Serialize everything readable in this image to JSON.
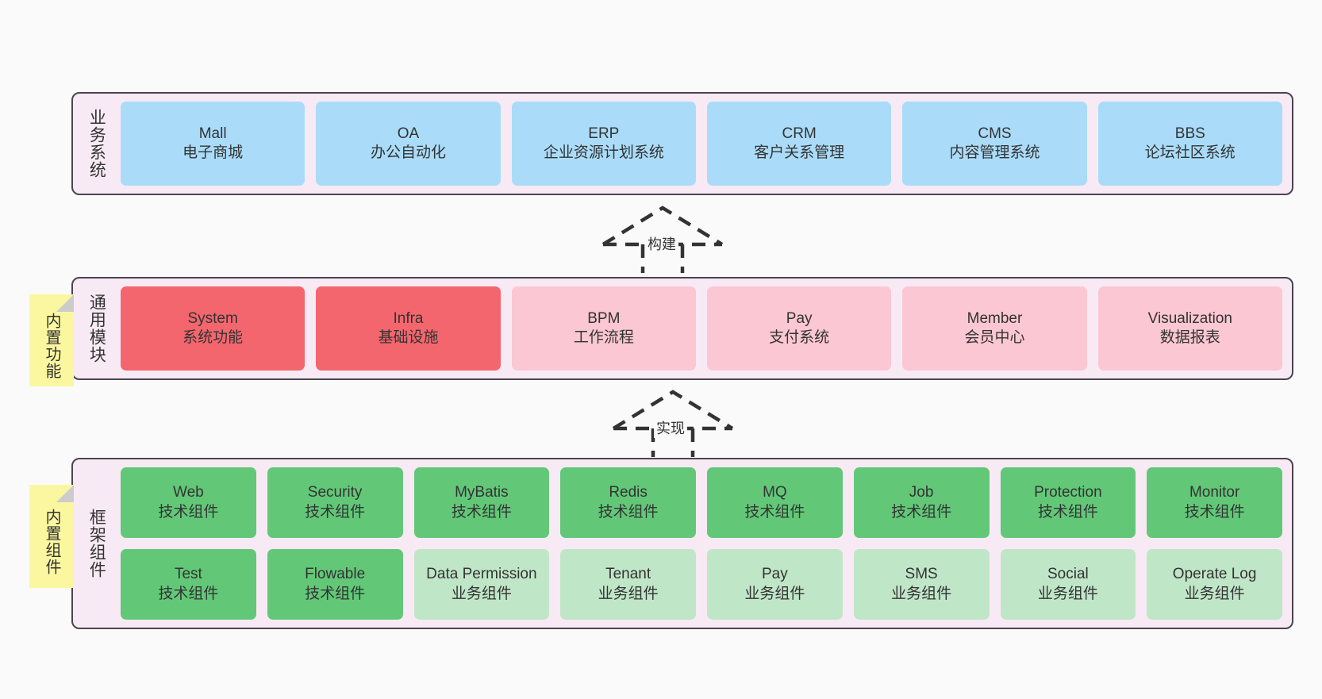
{
  "diagram": {
    "title_note_1": "内置功能",
    "title_note_2": "内置组件"
  },
  "layers": {
    "business": {
      "title": "业务系统",
      "cards": [
        {
          "title": "Mall",
          "sub": "电子商城",
          "color": "#aadcfa"
        },
        {
          "title": "OA",
          "sub": "办公自动化",
          "color": "#aadcfa"
        },
        {
          "title": "ERP",
          "sub": "企业资源计划系统",
          "color": "#aadcfa"
        },
        {
          "title": "CRM",
          "sub": "客户关系管理",
          "color": "#aadcfa"
        },
        {
          "title": "CMS",
          "sub": "内容管理系统",
          "color": "#aadcfa"
        },
        {
          "title": "BBS",
          "sub": "论坛社区系统",
          "color": "#aadcfa"
        }
      ]
    },
    "modules": {
      "title": "通用模块",
      "cards": [
        {
          "title": "System",
          "sub": "系统功能",
          "color": "#f4666e"
        },
        {
          "title": "Infra",
          "sub": "基础设施",
          "color": "#f4666e"
        },
        {
          "title": "BPM",
          "sub": "工作流程",
          "color": "#fbc7d2"
        },
        {
          "title": "Pay",
          "sub": "支付系统",
          "color": "#fbc7d2"
        },
        {
          "title": "Member",
          "sub": "会员中心",
          "color": "#fbc7d2"
        },
        {
          "title": "Visualization",
          "sub": "数据报表",
          "color": "#fbc7d2"
        }
      ]
    },
    "framework": {
      "title": "框架组件",
      "row1": [
        {
          "title": "Web",
          "sub": "技术组件",
          "color": "#62c878"
        },
        {
          "title": "Security",
          "sub": "技术组件",
          "color": "#62c878"
        },
        {
          "title": "MyBatis",
          "sub": "技术组件",
          "color": "#62c878"
        },
        {
          "title": "Redis",
          "sub": "技术组件",
          "color": "#62c878"
        },
        {
          "title": "MQ",
          "sub": "技术组件",
          "color": "#62c878"
        },
        {
          "title": "Job",
          "sub": "技术组件",
          "color": "#62c878"
        },
        {
          "title": "Protection",
          "sub": "技术组件",
          "color": "#62c878"
        },
        {
          "title": "Monitor",
          "sub": "技术组件",
          "color": "#62c878"
        }
      ],
      "row2": [
        {
          "title": "Test",
          "sub": "技术组件",
          "color": "#62c878"
        },
        {
          "title": "Flowable",
          "sub": "技术组件",
          "color": "#62c878"
        },
        {
          "title": "Data Permission",
          "sub": "业务组件",
          "color": "#c0e6c8"
        },
        {
          "title": "Tenant",
          "sub": "业务组件",
          "color": "#c0e6c8"
        },
        {
          "title": "Pay",
          "sub": "业务组件",
          "color": "#c0e6c8"
        },
        {
          "title": "SMS",
          "sub": "业务组件",
          "color": "#c0e6c8"
        },
        {
          "title": "Social",
          "sub": "业务组件",
          "color": "#c0e6c8"
        },
        {
          "title": "Operate Log",
          "sub": "业务组件",
          "color": "#c0e6c8"
        }
      ]
    }
  },
  "arrows": {
    "build": "构建",
    "implement": "实现"
  },
  "colors": {
    "panel_bg": "#f8eaf4",
    "panel_border": "#4a4451",
    "note_bg": "#fbf7a0",
    "note_fold": "#cccccc",
    "blue": "#aadcfa",
    "red": "#f4666e",
    "pink": "#fbc7d2",
    "green": "#62c878",
    "light_green": "#c0e6c8",
    "canvas": "#fafafa"
  }
}
